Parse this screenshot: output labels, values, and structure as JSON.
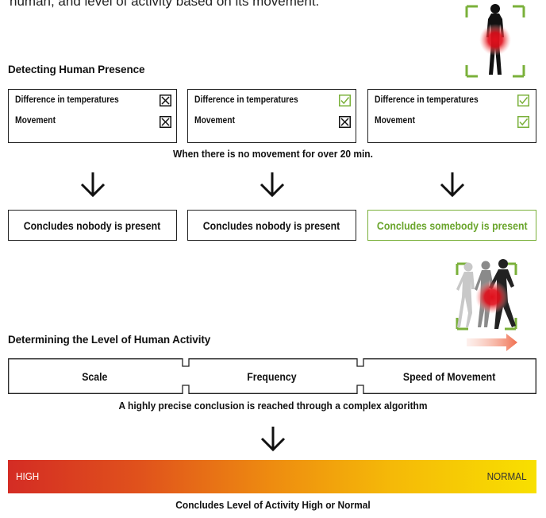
{
  "intro_text": "human, and level of activity based on its movement.",
  "presence": {
    "heading": "Detecting Human Presence",
    "label_temp": "Difference in temperatures",
    "label_move": "Movement",
    "cases": [
      {
        "temp": "cross",
        "movement": "cross"
      },
      {
        "temp": "check",
        "movement": "cross"
      },
      {
        "temp": "check",
        "movement": "check"
      }
    ],
    "note": "When there is no movement for over 20 min.",
    "conclusions": [
      "Concludes nobody is present",
      "Concludes nobody is present",
      "Concludes somebody is present"
    ]
  },
  "activity": {
    "heading": "Determining the Level of Human Activity",
    "factors": [
      "Scale",
      "Frequency",
      "Speed of Movement"
    ],
    "note": "A highly precise conclusion is reached through a complex algorithm",
    "scale_high": "HIGH",
    "scale_normal": "NORMAL",
    "conclusion": "Concludes Level of Activity High or Normal"
  },
  "colors": {
    "accent_green": "#7ab03a",
    "heat_red": "#e0101c",
    "scale_start": "#d42c24",
    "scale_end": "#f8e000"
  }
}
